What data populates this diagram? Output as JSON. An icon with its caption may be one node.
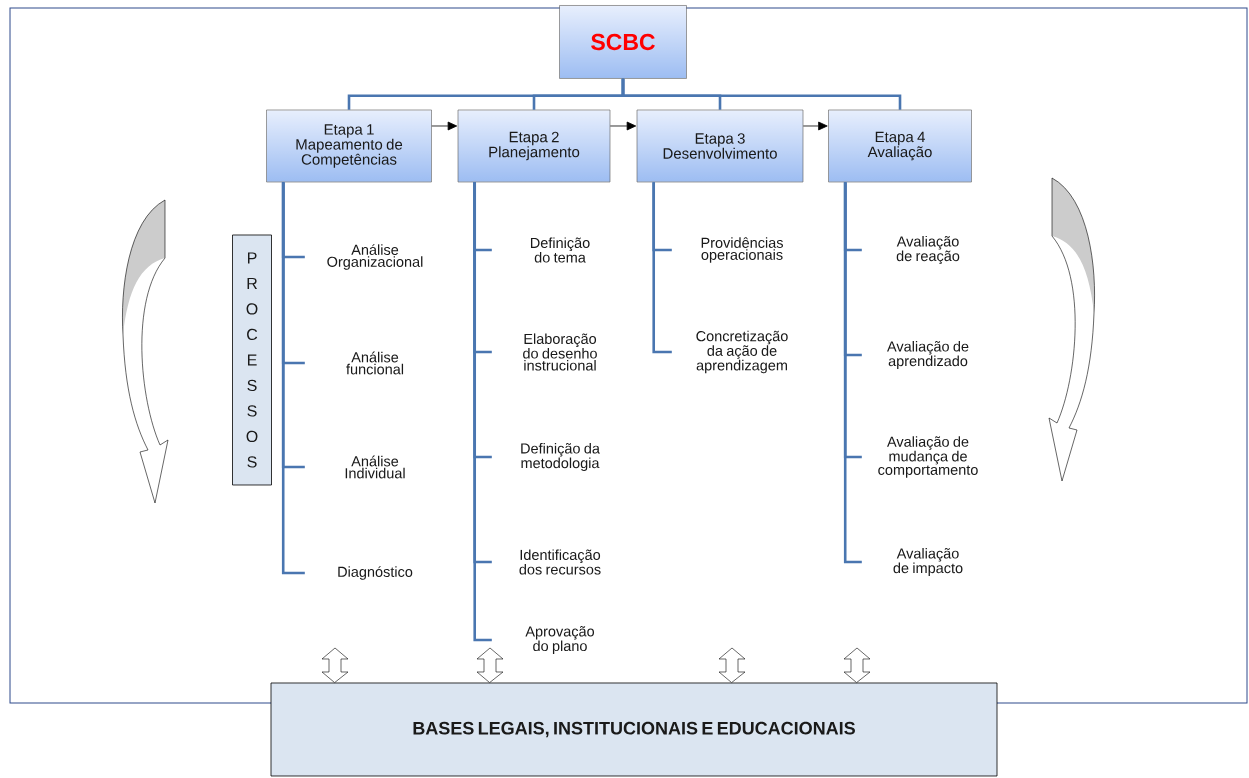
{
  "diagram": {
    "nodes": [
      {
        "text": [
          "SCBC"
        ]
      },
      {
        "text": [
          "Etapa 1",
          "Mapeamento de Competências"
        ]
      },
      {
        "text": [
          "Etapa 2",
          "Planejamento"
        ]
      },
      {
        "text": [
          "Etapa 3",
          "Desenvolvimento"
        ]
      },
      {
        "text": [
          "Etapa 4",
          "Avaliação"
        ]
      },
      {
        "text": [
          "PROCESSOS"
        ]
      },
      {
        "text": [
          "Análise Organizacional"
        ]
      },
      {
        "text": [
          "Análise funcional"
        ]
      },
      {
        "text": [
          "Análise Individual"
        ]
      },
      {
        "text": [
          "Diagnóstico"
        ]
      },
      {
        "text": [
          "Definição do tema"
        ]
      },
      {
        "text": [
          "Elaboração do desenho instrucional"
        ]
      },
      {
        "text": [
          "Definição da metodologia"
        ]
      },
      {
        "text": [
          "Identificação dos recursos"
        ]
      },
      {
        "text": [
          "Aprovação do plano"
        ]
      },
      {
        "text": [
          "Providências operacionais"
        ]
      },
      {
        "text": [
          "Concretização da ação de aprendizagem"
        ]
      },
      {
        "text": [
          "Avaliação de reação"
        ]
      },
      {
        "text": [
          "Avaliação de aprendizado"
        ]
      },
      {
        "text": [
          "Avaliação de mudança de comportamento"
        ]
      },
      {
        "text": [
          "Avaliação de impacto"
        ]
      },
      {
        "text": [
          "BASES LEGAIS, INSTITUCIONAIS E EDUCACIONAIS"
        ]
      }
    ],
    "edges": [
      {
        "from": 0,
        "to": 1,
        "arrow": "none"
      },
      {
        "from": 0,
        "to": 2,
        "arrow": "none"
      },
      {
        "from": 0,
        "to": 3,
        "arrow": "none"
      },
      {
        "from": 0,
        "to": 4,
        "arrow": "none"
      },
      {
        "from": 1,
        "to": 2,
        "arrow": "to",
        "color": "#000000"
      },
      {
        "from": 2,
        "to": 3,
        "arrow": "to",
        "color": "#000000"
      },
      {
        "from": 3,
        "to": 4,
        "arrow": "to",
        "color": "#000000"
      },
      {
        "from": 1,
        "to": 6,
        "arrow": "none"
      },
      {
        "from": 1,
        "to": 7,
        "arrow": "none"
      },
      {
        "from": 1,
        "to": 8,
        "arrow": "none"
      },
      {
        "from": 1,
        "to": 9,
        "arrow": "none"
      },
      {
        "from": 2,
        "to": 10,
        "arrow": "none"
      },
      {
        "from": 2,
        "to": 11,
        "arrow": "none"
      },
      {
        "from": 2,
        "to": 12,
        "arrow": "none"
      },
      {
        "from": 2,
        "to": 13,
        "arrow": "none"
      },
      {
        "from": 2,
        "to": 14,
        "arrow": "none"
      },
      {
        "from": 3,
        "to": 15,
        "arrow": "none"
      },
      {
        "from": 3,
        "to": 16,
        "arrow": "none"
      },
      {
        "from": 4,
        "to": 17,
        "arrow": "none"
      },
      {
        "from": 4,
        "to": 18,
        "arrow": "none"
      },
      {
        "from": 4,
        "to": 19,
        "arrow": "none"
      },
      {
        "from": 4,
        "to": 20,
        "arrow": "none"
      },
      {
        "from": null,
        "to": 21,
        "arrow": "both"
      },
      {
        "from": null,
        "to": 21,
        "arrow": "both"
      },
      {
        "from": null,
        "to": 21,
        "arrow": "both"
      },
      {
        "from": null,
        "to": 21,
        "arrow": "both"
      }
    ]
  }
}
